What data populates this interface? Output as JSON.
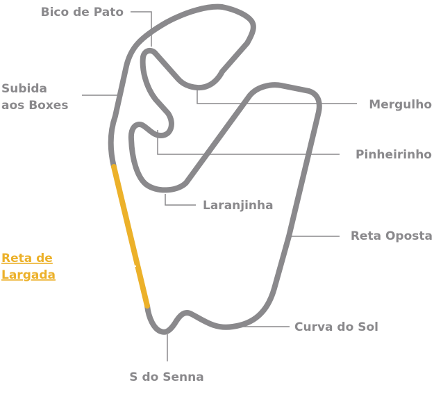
{
  "colors": {
    "track": "#8a898c",
    "highlight": "#ecb12a",
    "label": "#8a898c"
  },
  "labels": {
    "bico_de_pato": "Bico de Pato",
    "subida_line1": "Subida",
    "subida_line2": "aos Boxes",
    "mergulho": "Mergulho",
    "pinheirinho": "Pinheirinho",
    "laranjinha": "Laranjinha",
    "reta_oposta": "Reta Oposta",
    "reta_largada_line1": "Reta de",
    "reta_largada_line2": "Largada",
    "curva_do_sol": "Curva do Sol",
    "s_do_senna": "S do Senna"
  }
}
